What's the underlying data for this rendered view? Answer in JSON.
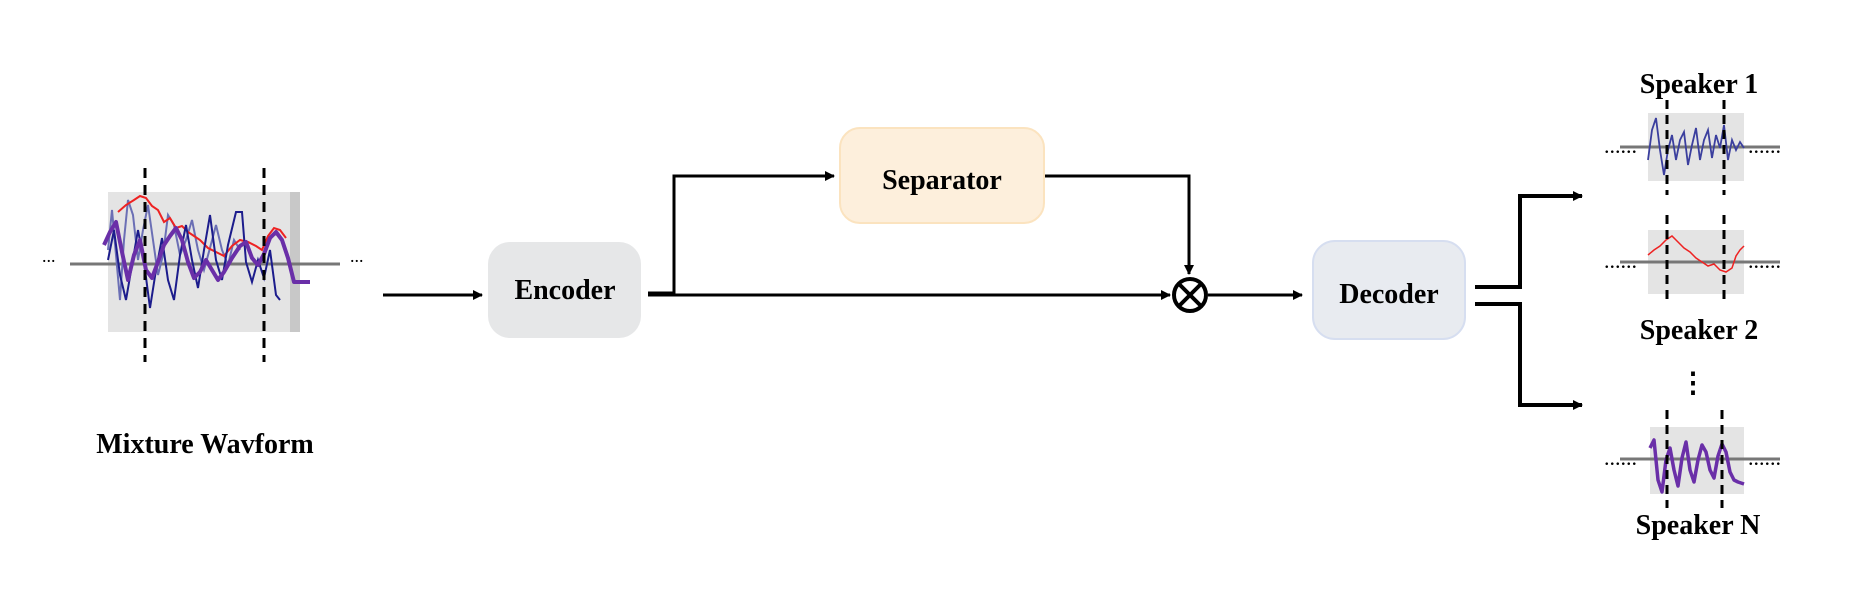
{
  "labels": {
    "mixture": "Mixture Wavform",
    "encoder": "Encoder",
    "separator": "Separator",
    "decoder": "Decoder",
    "speaker1": "Speaker 1",
    "speaker2": "Speaker 2",
    "speakerN": "Speaker N",
    "ellipsis_small": "...",
    "ellipsis_large": "......",
    "vertical_ellipsis": "⋮",
    "multiply": "⊗"
  },
  "colors": {
    "encoder_fill": "#e6e7e8",
    "separator_fill": "#fdefdc",
    "separator_stroke": "#fbe3bf",
    "decoder_fill": "#e8ebf0",
    "decoder_stroke": "#d6def0",
    "wave_blue": "#1c1c8c",
    "wave_light_blue": "#6b6fb5",
    "wave_red": "#ee2222",
    "wave_purple": "#6a2fa8",
    "panel_gray": "#e4e4e4"
  }
}
